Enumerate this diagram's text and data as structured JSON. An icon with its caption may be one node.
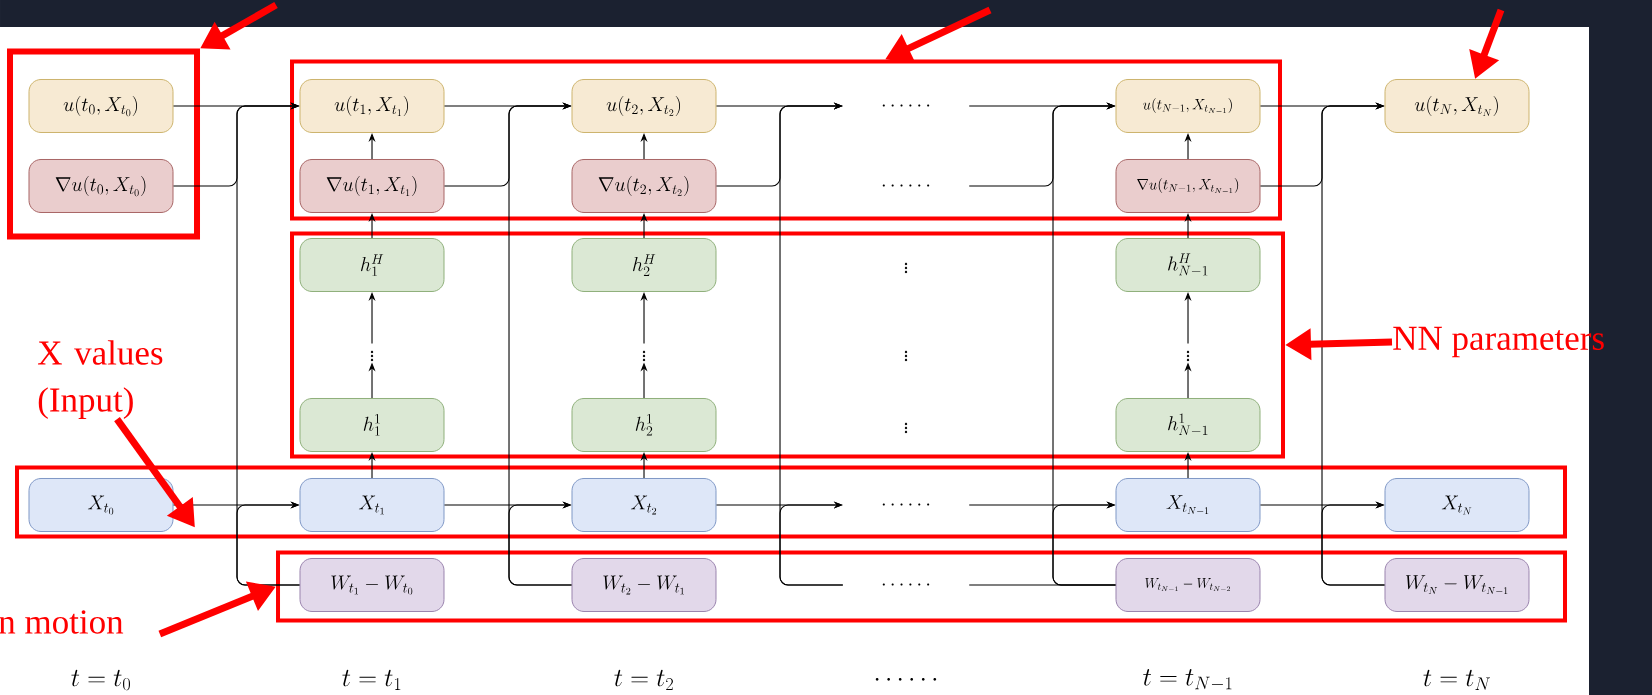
{
  "diagram": {
    "nodes": [
      {
        "text": [],
        "shape": "box"
      },
      {
        "text": [
          "u(t_0, X_{t_0})"
        ],
        "in": 0
      },
      {
        "text": [
          "\\nabla u(t_0, X_{t_0})"
        ],
        "in": 0
      },
      {
        "text": [],
        "shape": "box"
      },
      {
        "text": [
          "u(t_1, X_{t_1})"
        ],
        "in": 3
      },
      {
        "text": [
          "\\nabla u(t_1, X_{t_1})"
        ],
        "in": 3
      },
      {
        "text": [
          "u(t_2, X_{t_2})"
        ],
        "in": 3
      },
      {
        "text": [
          "\\nabla u(t_2, X_{t_2})"
        ],
        "in": 3
      },
      {
        "text": [
          "\\cdots \\cdots"
        ],
        "in": 3
      },
      {
        "text": [
          "\\cdots \\cdots"
        ],
        "in": 3
      },
      {
        "text": [
          "u(t_{N-1}, X_{t_{N-1}})"
        ],
        "in": 3
      },
      {
        "text": [
          "\\nabla u(t_{N-1}, X_{t_{N-1}})"
        ],
        "in": 3
      },
      {
        "text": [
          "u(t_N, X_{t_N})"
        ]
      },
      {
        "text": [],
        "shape": "box"
      },
      {
        "text": [
          "h_1^H"
        ],
        "in": 13
      },
      {
        "text": [
          "\\vdots"
        ],
        "in": 13
      },
      {
        "text": [
          "h_1^1"
        ],
        "in": 13
      },
      {
        "text": [
          "h_2^H"
        ],
        "in": 13
      },
      {
        "text": [
          "\\vdots"
        ],
        "in": 13
      },
      {
        "text": [
          "h_2^1"
        ],
        "in": 13
      },
      {
        "text": [
          "\\vdots"
        ],
        "in": 13
      },
      {
        "text": [
          "\\vdots"
        ],
        "in": 13
      },
      {
        "text": [
          "\\vdots"
        ],
        "in": 13
      },
      {
        "text": [
          "h_{N-1}^H"
        ],
        "in": 13
      },
      {
        "text": [
          "\\vdots"
        ],
        "in": 13
      },
      {
        "text": [
          "h_{N-1}^1"
        ],
        "in": 13
      },
      {
        "text": [],
        "shape": "box"
      },
      {
        "text": [
          "X_{t_0}"
        ],
        "in": 26
      },
      {
        "text": [
          "X_{t_1}"
        ],
        "in": 26
      },
      {
        "text": [
          "X_{t_2}"
        ],
        "in": 26
      },
      {
        "text": [
          "\\cdots \\cdots"
        ],
        "in": 26
      },
      {
        "text": [
          "X_{t_{N-1}}"
        ],
        "in": 26
      },
      {
        "text": [
          "X_{t_N}"
        ],
        "in": 26
      },
      {
        "text": [],
        "shape": "box"
      },
      {
        "text": [
          "W_{t_1} - W_{t_0}"
        ],
        "in": 33
      },
      {
        "text": [
          "W_{t_2} - W_{t_1}"
        ],
        "in": 33
      },
      {
        "text": [
          "\\cdots \\cdots"
        ],
        "in": 33
      },
      {
        "text": [
          "W_{t_{N-1}} - W_{t_{N-2}}"
        ],
        "in": 33
      },
      {
        "text": [
          "W_{t_N} - W_{t_{N-1}}"
        ],
        "in": 33
      },
      {
        "text": [
          "NN parameters"
        ]
      },
      {
        "text": [
          "X values (Input)"
        ]
      },
      {
        "text": [
          "n motion"
        ]
      }
    ],
    "edges": [
      {
        "from": 1,
        "to": 4,
        "arrow": "to"
      },
      {
        "from": 2,
        "to": 4,
        "arrow": "to"
      },
      {
        "from": 34,
        "to": 4,
        "arrow": "to"
      },
      {
        "from": 27,
        "to": 28,
        "arrow": "to"
      },
      {
        "from": 34,
        "to": 28,
        "arrow": "to"
      },
      {
        "from": 28,
        "to": 16,
        "arrow": "to"
      },
      {
        "from": 16,
        "to": 15,
        "arrow": "to"
      },
      {
        "from": 15,
        "to": 14,
        "arrow": "to"
      },
      {
        "from": 14,
        "to": 5,
        "arrow": "to"
      },
      {
        "from": 5,
        "to": 4,
        "arrow": "to"
      },
      {
        "from": 4,
        "to": 6,
        "arrow": "to"
      },
      {
        "from": 5,
        "to": 6,
        "arrow": "to"
      },
      {
        "from": 35,
        "to": 6,
        "arrow": "to"
      },
      {
        "from": 28,
        "to": 29,
        "arrow": "to"
      },
      {
        "from": 35,
        "to": 29,
        "arrow": "to"
      },
      {
        "from": 29,
        "to": 19,
        "arrow": "to"
      },
      {
        "from": 19,
        "to": 18,
        "arrow": "to"
      },
      {
        "from": 18,
        "to": 17,
        "arrow": "to"
      },
      {
        "from": 17,
        "to": 7,
        "arrow": "to"
      },
      {
        "from": 7,
        "to": 6,
        "arrow": "to"
      },
      {
        "from": 6,
        "to": 8,
        "arrow": "to"
      },
      {
        "from": 7,
        "to": 8,
        "arrow": "to"
      },
      {
        "from": 36,
        "to": 8,
        "arrow": "to"
      },
      {
        "from": 29,
        "to": 30,
        "arrow": "to"
      },
      {
        "from": 36,
        "to": 30,
        "arrow": "to"
      },
      {
        "from": 8,
        "to": 10,
        "arrow": "to"
      },
      {
        "from": 9,
        "to": 10,
        "arrow": "to"
      },
      {
        "from": 37,
        "to": 10,
        "arrow": "to"
      },
      {
        "from": 30,
        "to": 31,
        "arrow": "to"
      },
      {
        "from": 37,
        "to": 31,
        "arrow": "to"
      },
      {
        "from": 36,
        "to": 37,
        "arrow": "none"
      },
      {
        "from": 31,
        "to": 25,
        "arrow": "to"
      },
      {
        "from": 25,
        "to": 24,
        "arrow": "to"
      },
      {
        "from": 24,
        "to": 23,
        "arrow": "to"
      },
      {
        "from": 23,
        "to": 11,
        "arrow": "to"
      },
      {
        "from": 11,
        "to": 10,
        "arrow": "to"
      },
      {
        "from": 10,
        "to": 12,
        "arrow": "to"
      },
      {
        "from": 11,
        "to": 12,
        "arrow": "to"
      },
      {
        "from": 38,
        "to": 12,
        "arrow": "to"
      },
      {
        "from": 31,
        "to": 32,
        "arrow": "to"
      },
      {
        "from": 38,
        "to": 32,
        "arrow": "to"
      },
      {
        "from": null,
        "to": 0,
        "arrow": "to",
        "style": "thick",
        "color": "#ff0000"
      },
      {
        "from": null,
        "to": 3,
        "arrow": "to",
        "style": "thick",
        "color": "#ff0000"
      },
      {
        "from": null,
        "to": 12,
        "arrow": "to",
        "style": "thick",
        "color": "#ff0000"
      },
      {
        "from": 39,
        "to": 13,
        "arrow": "to",
        "style": "thick",
        "color": "#ff0000"
      },
      {
        "from": 40,
        "to": 26,
        "arrow": "to",
        "style": "thick",
        "color": "#ff0000"
      },
      {
        "from": 41,
        "to": 33,
        "arrow": "to",
        "style": "thick",
        "color": "#ff0000"
      }
    ],
    "labels": [
      "t = t_0",
      "t = t_1",
      "t = t_2",
      "\\cdots \\cdots",
      "t = t_{N-1}",
      "t = t_N"
    ]
  }
}
